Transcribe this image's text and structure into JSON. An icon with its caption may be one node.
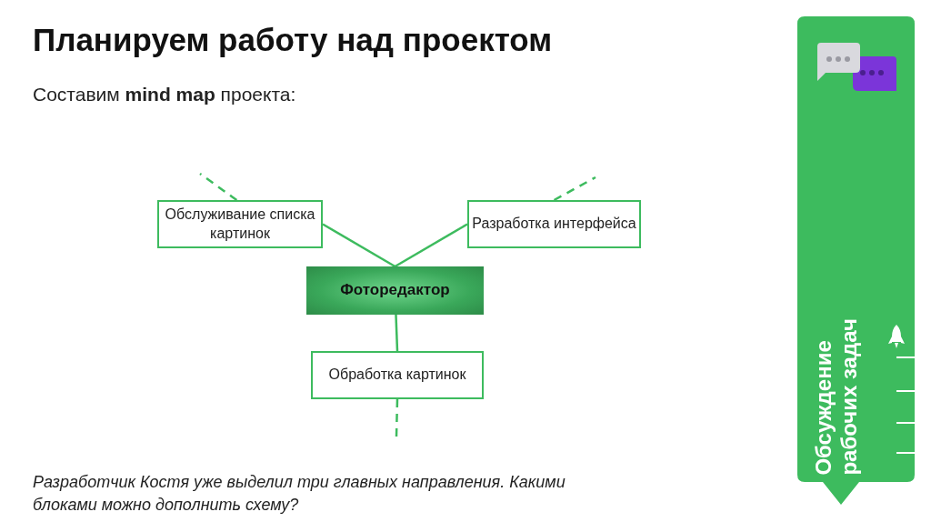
{
  "diagram": {
    "title": "Планируем работу над проектом",
    "nodes": [
      {
        "text": [
          "Фоторедактор"
        ]
      },
      {
        "text": [
          "Обслуживание списка картинок"
        ]
      },
      {
        "text": [
          "Разработка интерфейса"
        ]
      },
      {
        "text": [
          "Обработка картинок"
        ]
      }
    ],
    "edges": [
      {
        "from": 0,
        "to": 1,
        "arrow": "none"
      },
      {
        "from": 0,
        "to": 2,
        "arrow": "none"
      },
      {
        "from": 0,
        "to": 3,
        "arrow": "none"
      },
      {
        "from": 1,
        "to": null,
        "arrow": "none",
        "style": "dashed"
      },
      {
        "from": 2,
        "to": null,
        "arrow": "none",
        "style": "dashed"
      },
      {
        "from": 3,
        "to": null,
        "arrow": "none",
        "style": "dashed"
      }
    ],
    "labels": [
      "Составим **mind map** проекта:",
      "Разработчик Костя уже выделил три главных направления. Какими блоками можно дополнить схему?",
      "Обсуждение рабочих задач"
    ]
  }
}
